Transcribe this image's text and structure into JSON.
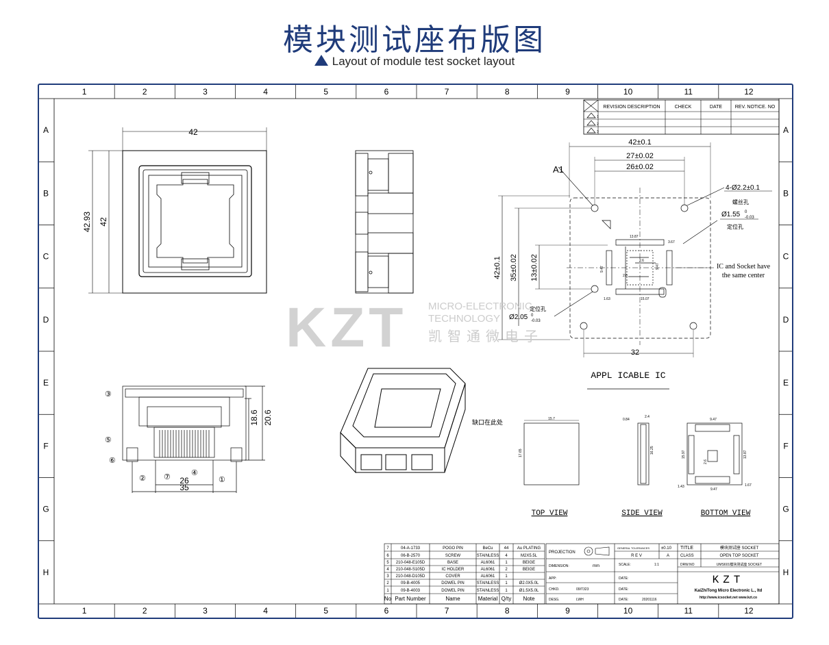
{
  "header": {
    "title": "模块测试座布版图",
    "subtitle": "Layout of module test socket layout"
  },
  "grid": {
    "columns": [
      "1",
      "2",
      "3",
      "4",
      "5",
      "6",
      "7",
      "8",
      "9",
      "10",
      "11",
      "12"
    ],
    "rows": [
      "A",
      "B",
      "C",
      "D",
      "E",
      "F",
      "G",
      "H"
    ]
  },
  "revision_table": {
    "headers": [
      "REVISION DESCRIPTION",
      "CHECK",
      "DATE",
      "REV. NOTICE. NO"
    ],
    "rows": [
      "1",
      "2",
      "3"
    ]
  },
  "views": {
    "top_width": "42",
    "top_height_outer": "42.93",
    "top_height_inner": "42",
    "side_h1": "18.6",
    "side_h2": "20.6",
    "side_w1": "26",
    "side_w2": "35",
    "callouts": [
      "③",
      "⑤",
      "⑥",
      "②",
      "⑦",
      "④",
      "①"
    ],
    "pcb": {
      "d_42": "42±0.1",
      "d_27": "27±0.02",
      "d_26": "26±0.02",
      "a1": "A1",
      "hole4": "4-Ø2.2±0.1",
      "screw_cn": "螺丝孔",
      "hole155": "Ø1.55",
      "hole155_tol": "-0.03",
      "hole155_tol0": "0",
      "locate_cn": "定位孔",
      "d_42v": "42±0.1",
      "d_35": "35±0.02",
      "d_13": "13±0.02",
      "locate_cn2": "定位孔",
      "hole205": "Ø2.05",
      "hole205_tol": "-0.03",
      "hole205_tol0": "0",
      "center_note_1": "IC and Socket have",
      "center_note_2": "the same center",
      "d_32": "32",
      "p1387": "13.87",
      "p367": "3.67",
      "p947a": "9.47",
      "p947b": "9.47",
      "p26a": "2.6",
      "p26b": "2.6",
      "p163": "1.63",
      "p1507": "15.07"
    },
    "applicable_ic": "APPL ICABLE IC",
    "notch_note": "缺口在此处",
    "ic_top": {
      "w": "15.7",
      "h": "17.65",
      "label": "TOP VIEW"
    },
    "ic_side": {
      "w1": "0.84",
      "w2": "2.4",
      "h": "16.25",
      "label": "SIDE VIEW"
    },
    "ic_bottom": {
      "w": "9.47",
      "h1": "15.97",
      "h2": "13.87",
      "p": "2.6",
      "b1": "1.43",
      "b2": "9.47",
      "b3": "1.67",
      "label": "BOTTOM VIEW"
    }
  },
  "watermark": {
    "logo": "KZT",
    "line1": "MICRO-ELECTRONIC",
    "line2": "TECHNOLOGY",
    "line3": "凯智通微电子"
  },
  "bom": {
    "rows": [
      [
        "7",
        "04-A-1733",
        "POGO PIN",
        "BeCu",
        "44",
        "Au PLATING"
      ],
      [
        "6",
        "06-B-2570",
        "SCREW",
        "STAINLESS",
        "4",
        "M2X5.5L"
      ],
      [
        "5",
        "210-048-E105D",
        "BASE",
        "AL6061",
        "1",
        "BEIGE"
      ],
      [
        "4",
        "210-048-S105D",
        "IC HOLDER",
        "AL6061",
        "2",
        "BEIGE"
      ],
      [
        "3",
        "210-048-D105D",
        "COVER",
        "AL6061",
        "1",
        ""
      ],
      [
        "2",
        "09-B-4005",
        "DOWEL PIN",
        "STAINLESS",
        "1",
        "Ø2.0X5.0L"
      ],
      [
        "1",
        "09-B-4003",
        "DOWEL PIN",
        "STAINLESS",
        "1",
        "Ø1.5X5.0L"
      ]
    ],
    "header": [
      "No",
      "Part Number",
      "Name",
      "Material",
      "Q/ty",
      "Note"
    ]
  },
  "title_block": {
    "projection": "PROJECTION",
    "general_tol": "GENERAL TOLERANCES",
    "tol_val": "±0.10",
    "title_lbl": "TITLE",
    "title_val": "模块测试座 SOCKET",
    "rev_lbl": "R E V",
    "rev_val": "A",
    "class_lbl": "CLASS",
    "class_val": "OPEN TOP SOCKET",
    "dim_lbl": "DIMENSION:",
    "dim_val": "mm",
    "scale_lbl": "SCALE:",
    "scale_val": "1:1",
    "drw_lbl": "DRW.NO",
    "drw_val": "UMS601模块测试座 SOCKET",
    "app_lbl": "APP:",
    "date_lbl1": "DATE:",
    "chk_lbl": "CHKD.",
    "chk_val": "09IT323",
    "date_lbl2": "DATE:",
    "dsgn_lbl": "DESG.",
    "dsgn_val": "LWH",
    "date_lbl3": "DATE:",
    "date_val": "20201116",
    "logo": "KZT",
    "company": "KaiZhiTong Micro Electronic L., ltd",
    "web": "http://www.icsocket.net www.kzt.co"
  },
  "colors": {
    "accent": "#1f3b7a",
    "line": "#000000",
    "watermark": "#d0d0d0"
  }
}
